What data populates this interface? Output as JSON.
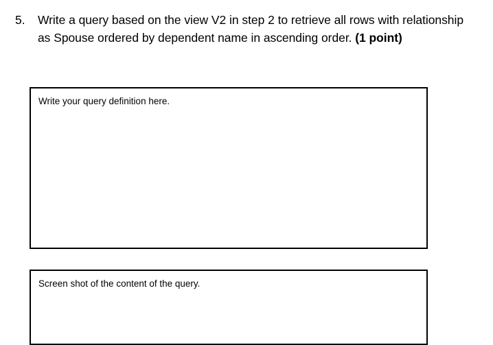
{
  "document": {
    "type": "assignment-worksheet-question",
    "background_color": "#ffffff",
    "text_color": "#000000",
    "border_color": "#000000"
  },
  "question": {
    "number": "5.",
    "text_plain": "Write a query based on the view V2 in step 2 to retrieve all rows with relationship as Spouse ordered by dependent name in ascending order. (1 point)",
    "body": "Write a query based on the view V2 in step 2 to retrieve all rows with relationship as Spouse ordered by dependent name in ascending order. ",
    "points": "(1 point)"
  },
  "answer_areas": [
    {
      "id": "query-definition",
      "prompt": "Write your query definition here.",
      "value": ""
    },
    {
      "id": "query-screenshot",
      "prompt": "Screen shot of the content of the query.",
      "value": ""
    }
  ]
}
